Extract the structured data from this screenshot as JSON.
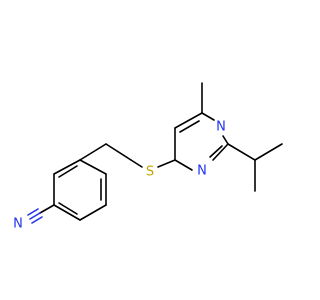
{
  "atom_labels": {
    "sulfur": "S",
    "nitrogen_ring_top": "N",
    "nitrogen_ring_bottom": "N",
    "nitrogen_nitrile": "N"
  },
  "colors": {
    "bond": "#000000",
    "sulfur": "#c8a400",
    "nitrogen": "#2233ee",
    "background": "#ffffff"
  }
}
